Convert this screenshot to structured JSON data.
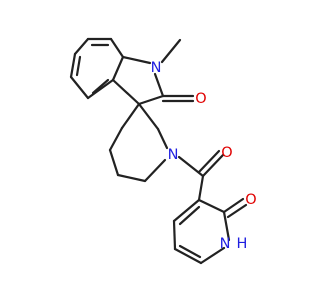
{
  "molecule": {
    "atoms": [
      {
        "id": "N1",
        "text": "N",
        "color": "#1f1fe0"
      },
      {
        "id": "O2",
        "text": "O",
        "color": "#e00000"
      },
      {
        "id": "N2",
        "text": "N",
        "color": "#1f1fe0"
      },
      {
        "id": "O3",
        "text": "O",
        "color": "#e00000"
      },
      {
        "id": "O4",
        "text": "O",
        "color": "#e00000"
      },
      {
        "id": "N3",
        "text": "N",
        "color": "#1f1fe0"
      },
      {
        "id": "H3",
        "text": "H",
        "color": "#1f1fe0"
      }
    ],
    "bond_color": "#222222"
  }
}
